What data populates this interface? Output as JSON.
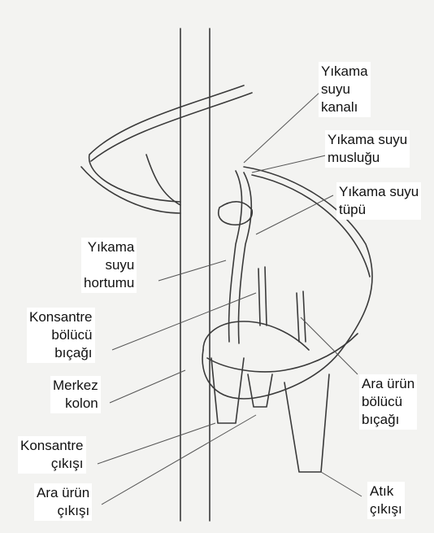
{
  "labels": {
    "wash_channel": [
      "Yıkama",
      "suyu",
      "kanalı"
    ],
    "wash_tap": [
      "Yıkama suyu",
      "musluğu"
    ],
    "wash_tube": [
      "Yıkama suyu",
      "tüpü"
    ],
    "wash_hose": [
      "Yıkama",
      "suyu",
      "hortumu"
    ],
    "conc_splitter": [
      "Konsantre",
      "bölücü",
      "bıçağı"
    ],
    "center_column": [
      "Merkez",
      "kolon"
    ],
    "conc_outlet": [
      "Konsantre",
      "çıkışı"
    ],
    "middling_outlet": [
      "Ara ürün",
      "çıkışı"
    ],
    "middling_splitter": [
      "Ara ürün",
      "bölücü",
      "bıçağı"
    ],
    "tailings_outlet": [
      "Atık",
      "çıkışı"
    ]
  }
}
